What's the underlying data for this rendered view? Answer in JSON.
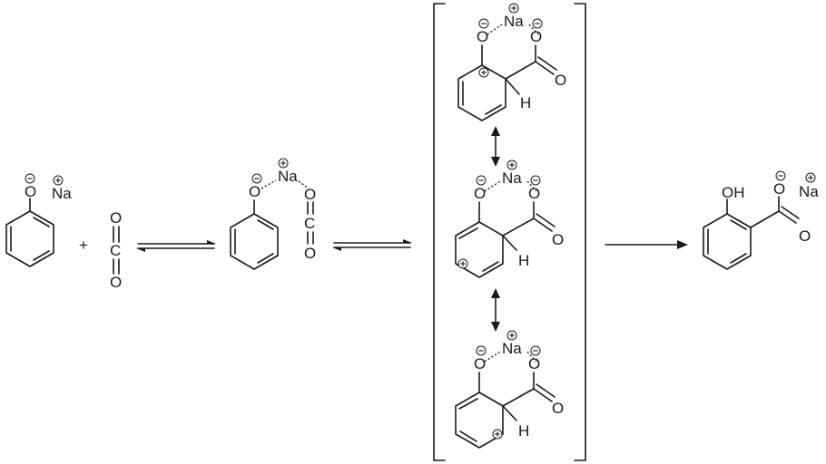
{
  "labels": {
    "O": "O",
    "C": "C",
    "H": "H",
    "OH": "OH",
    "Na": "Na",
    "plus": "+"
  },
  "colors": {
    "ink": "#1a1a1a",
    "background": "#ffffff"
  }
}
